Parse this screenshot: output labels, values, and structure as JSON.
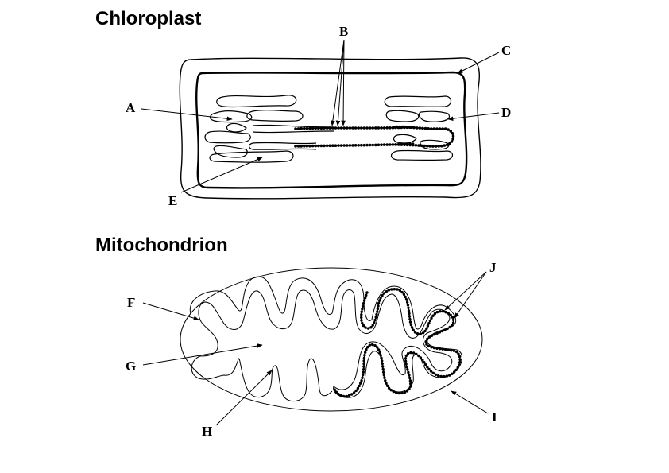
{
  "sections": {
    "chloroplast": {
      "title": "Chloroplast",
      "labels": {
        "A": "A",
        "B": "B",
        "C": "C",
        "D": "D",
        "E": "E"
      }
    },
    "mitochondrion": {
      "title": "Mitochondrion",
      "labels": {
        "F": "F",
        "G": "G",
        "H": "H",
        "I": "I",
        "J": "J"
      }
    }
  },
  "colors": {
    "stroke": "#000000",
    "background": "#ffffff"
  }
}
